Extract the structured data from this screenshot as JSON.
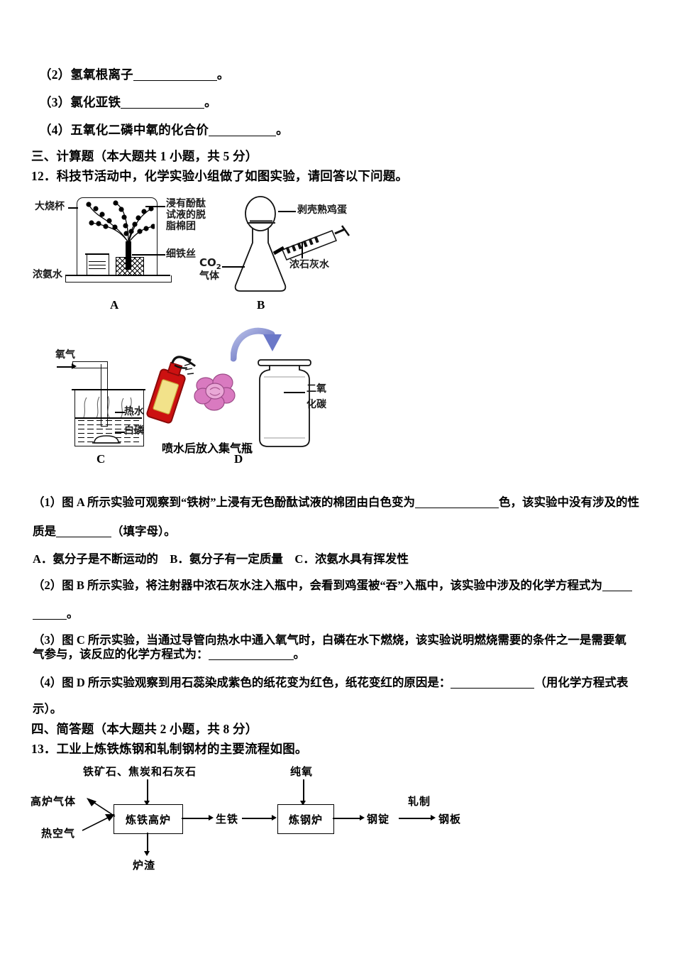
{
  "fill_in_items": [
    {
      "num": "（2）",
      "text": "氢氧根离子",
      "blank_w": 118,
      "tail": "。"
    },
    {
      "num": "（3）",
      "text": "氯化亚铁",
      "blank_w": 118,
      "tail": "。"
    },
    {
      "num": "（4）",
      "text": "五氧化二磷中氧的化合价",
      "blank_w": 95,
      "tail": "。"
    }
  ],
  "section_three": {
    "heading": "三、计算题（本大题共 1 小题，共 5 分）",
    "question_no": "12．",
    "question_text": "科技节活动中，化学实验小组做了如图实验，请回答以下问题。"
  },
  "figure_ab": {
    "label_beaker": "大烧杯",
    "label_cotton": "浸有酚酞\n试液的脱\n脂棉团",
    "label_wire": "细铁丝",
    "label_ammonia": "浓氨水",
    "caption_a": "A",
    "label_egg": "剥壳熟鸡蛋",
    "label_limewater": "浓石灰水",
    "label_co2_line1": "CO",
    "label_co2_sub": "2",
    "label_co2_line2": "气体",
    "caption_b": "B"
  },
  "figure_cd": {
    "label_oxygen": "氧气",
    "label_hotwater": "热水",
    "label_phosphorus": "白磷",
    "caption_c": "C",
    "label_spray": "喷水后放入集气瓶",
    "label_co2_line1": "二氧",
    "label_co2_line2": "化碳",
    "caption_d": "D",
    "spray_bottle_color": "#cc1111",
    "spray_label_color": "#f2e28a",
    "flower_color": "#d97ac0",
    "arrow_color": "#6b78c8"
  },
  "q12_parts": [
    {
      "id": "q12-1",
      "lines": [
        [
          {
            "t": "text",
            "v": "（1）图 A 所示实验可观察到“铁树”上浸有无色酚酞试液的棉团由白色变为"
          },
          {
            "t": "blank",
            "w": 118
          },
          {
            "t": "text",
            "v": "色，该实验中没有涉及的性"
          }
        ],
        [
          {
            "t": "text",
            "v": "质是"
          },
          {
            "t": "blank",
            "w": 78
          },
          {
            "t": "text",
            "v": "（填字母）。"
          }
        ]
      ]
    },
    {
      "id": "q12-options",
      "lines": [
        [
          {
            "t": "text",
            "v": "A．氨分子是不断运动的　B．氨分子有一定质量　C．浓氨水具有挥发性"
          }
        ]
      ]
    },
    {
      "id": "q12-2",
      "lines": [
        [
          {
            "t": "text",
            "v": "（2）图 B 所示实验，将注射器中浓石灰水注入瓶中，会看到鸡蛋被“吞”入瓶中，该实验中涉及的化学方程式为"
          },
          {
            "t": "blank",
            "w": 42
          }
        ],
        [
          {
            "t": "blank",
            "w": 48
          },
          {
            "t": "text",
            "v": "。"
          }
        ]
      ]
    },
    {
      "id": "q12-3",
      "lines": [
        [
          {
            "t": "text",
            "v": "（3）图 C 所示实验，当通过导管向热水中通入氧气时，白磷在水下燃烧，该实验说明燃烧需要的条件之一是需要氧"
          }
        ],
        [
          {
            "t": "text",
            "v": "气参与，该反应的化学方程式为："
          },
          {
            "t": "blank",
            "w": 120
          },
          {
            "t": "text",
            "v": "。"
          }
        ]
      ]
    },
    {
      "id": "q12-4",
      "lines": [
        [
          {
            "t": "text",
            "v": "（4）图 D 所示实验观察到用石蕊染成紫色的纸花变为红色，纸花变红的原因是："
          },
          {
            "t": "blank",
            "w": 118
          },
          {
            "t": "text",
            "v": "（用化学方程式表"
          }
        ],
        [
          {
            "t": "text",
            "v": "示）。"
          }
        ]
      ]
    }
  ],
  "section_four": {
    "heading": "四、简答题（本大题共 2 小题，共 8 分）",
    "question_no": "13．",
    "question_text": "工业上炼铁炼钢和轧制钢材的主要流程如图。"
  },
  "flowchart": {
    "input_top_left": "铁矿石、焦炭和石灰石",
    "input_top_right": "纯氧",
    "output_upper_left": "高炉气体",
    "input_lower_left": "热空气",
    "box1": "炼铁高炉",
    "output_bottom": "炉渣",
    "mid1": "生铁",
    "box2": "炼钢炉",
    "mid2": "钢锭",
    "arrow_label": "轧制",
    "final": "钢板"
  }
}
